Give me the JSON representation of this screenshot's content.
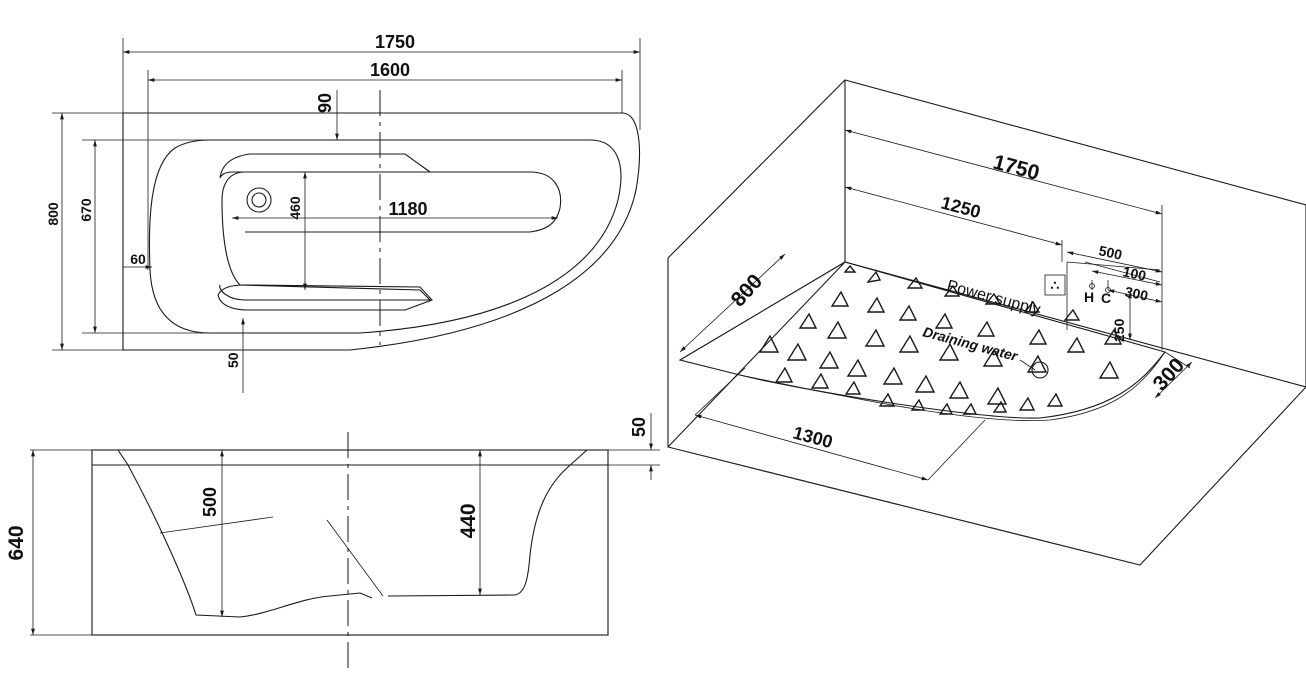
{
  "top_view": {
    "dims": {
      "overall_length": "1750",
      "inner_length": "1600",
      "top_offset": "90",
      "overall_width": "800",
      "inner_width": "670",
      "interior_width": "460",
      "interior_length": "1180",
      "left_offset": "60",
      "bottom_offset": "50"
    }
  },
  "side_view": {
    "dims": {
      "height": "640",
      "depth_a": "500",
      "depth_b": "440",
      "rim": "50"
    }
  },
  "iso_view": {
    "dims": {
      "length": "1750",
      "width": "800",
      "supply_offset": "1250",
      "panel_width": "500",
      "hot_cold_a": "100",
      "hot_cold_b": "300",
      "panel_height": "250",
      "front_length": "1300",
      "corner": "300"
    },
    "labels": {
      "power_supply": "Power supply",
      "draining_water": "Draining water",
      "hot": "H",
      "cold": "C"
    }
  }
}
